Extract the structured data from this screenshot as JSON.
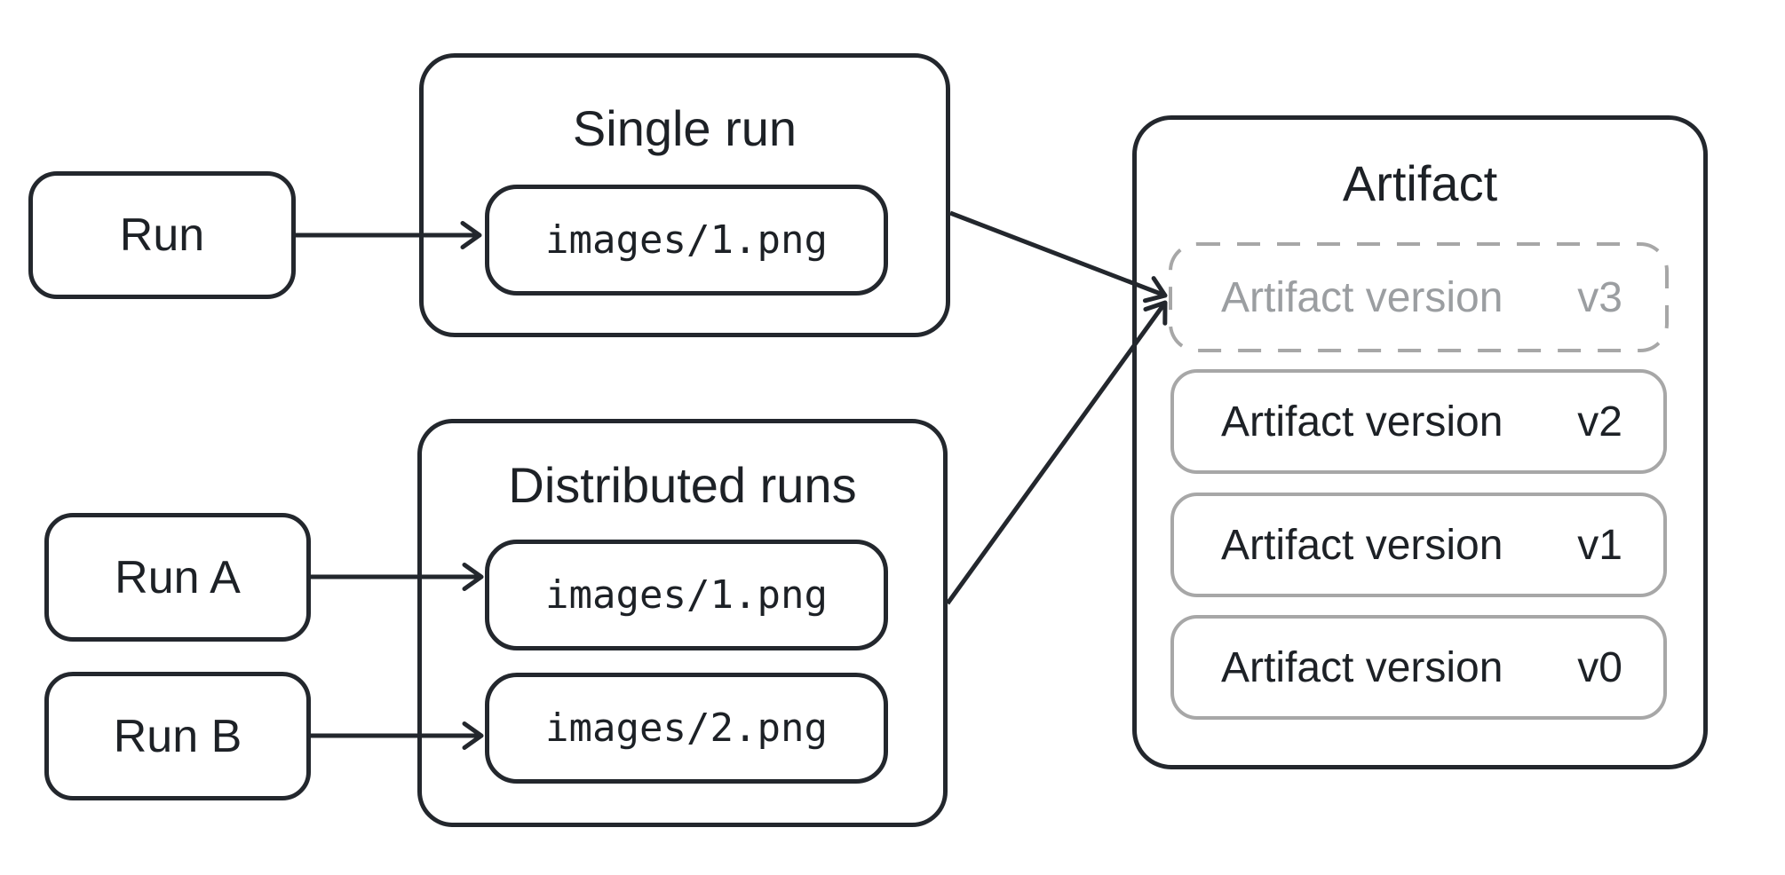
{
  "colors": {
    "ink": "#23272d",
    "dark_text": "#1d2126",
    "gray_border": "#a7a7a7",
    "gray_text": "#9b9ea1",
    "background": "#ffffff"
  },
  "nodes": {
    "run": {
      "label": "Run"
    },
    "run_a": {
      "label": "Run A"
    },
    "run_b": {
      "label": "Run B"
    }
  },
  "single_run": {
    "title": "Single run",
    "file": {
      "label": "images/1.png"
    }
  },
  "distributed_runs": {
    "title": "Distributed runs",
    "files": [
      {
        "label": "images/1.png"
      },
      {
        "label": "images/2.png"
      }
    ]
  },
  "artifact": {
    "title": "Artifact",
    "versions": [
      {
        "label": "Artifact version",
        "version": "v3",
        "style": "dashed-pending"
      },
      {
        "label": "Artifact version",
        "version": "v2",
        "style": "solid"
      },
      {
        "label": "Artifact version",
        "version": "v1",
        "style": "solid"
      },
      {
        "label": "Artifact version",
        "version": "v0",
        "style": "solid"
      }
    ]
  },
  "edges": [
    {
      "from": "run",
      "to": "single_run.file"
    },
    {
      "from": "run_a",
      "to": "distributed_runs.files.0"
    },
    {
      "from": "run_b",
      "to": "distributed_runs.files.1"
    },
    {
      "from": "single_run",
      "to": "artifact.versions.0"
    },
    {
      "from": "distributed_runs",
      "to": "artifact.versions.0"
    }
  ]
}
